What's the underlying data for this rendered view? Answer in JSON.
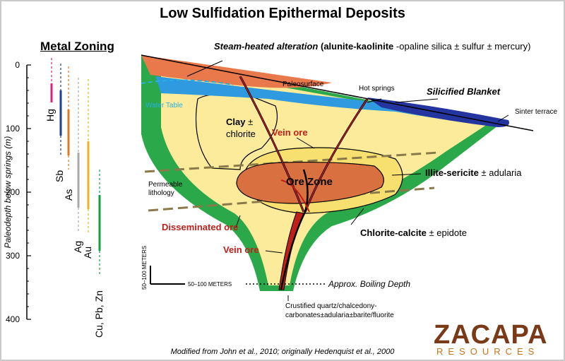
{
  "title": "Low Sulfidation Epithermal Deposits",
  "caption": "Modified from John et al., 2010; originally Hedenquist et al., 2000",
  "metal_zoning": {
    "title": "Metal Zoning",
    "axis_label": "Paleodepth below springs (m)",
    "ticks": [
      "0",
      "100",
      "200",
      "300",
      "400"
    ],
    "metals": [
      "Hg",
      "Sb",
      "As",
      "Ag",
      "Au",
      "Cu, Pb, Zn"
    ],
    "colors": [
      "#e0207a",
      "#1f3f8f",
      "#e07820",
      "#a8a8a8",
      "#f0b020",
      "#10a040"
    ]
  },
  "section_labels": {
    "steam_heated_em": "Steam-heated alteration",
    "steam_heated_bold": "(alunite-kaolinite",
    "steam_heated_rest": "-opaline silica ± sulfur ± mercury)",
    "paleosurface": "Paleosurface",
    "hot_springs": "Hot springs",
    "silicified_blanket": "Silicified Blanket",
    "sinter_terrace": "Sinter terrace",
    "water_table": "Water Table",
    "clay_bold": "Clay",
    "clay_pm": "±",
    "clay_chlorite": "chlorite",
    "vein_ore_top": "Vein ore",
    "ore_zone": "Ore Zone",
    "illite_bold": "Illite-sericite",
    "illite_rest": "± adularia",
    "permeable_1": "Permeable",
    "permeable_2": "lithology",
    "disseminated": "Disseminated ore",
    "chlorite_bold": "Chlorite-calcite",
    "chlorite_rest": "± epidote",
    "vein_ore_bottom": "Vein ore",
    "scale_vertical": "50–100 METERS",
    "scale_horizontal": "50–100 METERS",
    "boiling_depth": "Approx. Boiling Depth",
    "crustified_1": "Crustified quartz/chalcedony-",
    "crustified_2": "carbonates±adularia±barite/fluorite"
  },
  "logo": {
    "name": "ZACAPA",
    "sub": "RESOURCES"
  },
  "colors": {
    "green_halo": "#2aa84a",
    "yellow_zone": "#fbeb9a",
    "ore_zone": "#d9703f",
    "steam_heated": "#e9784a",
    "blanket": "#2f9ae0",
    "sinter": "#2435a0",
    "water_table": "#29aee0",
    "label_red": "#c0201a",
    "dashed_layer": "#8a7a4a"
  }
}
